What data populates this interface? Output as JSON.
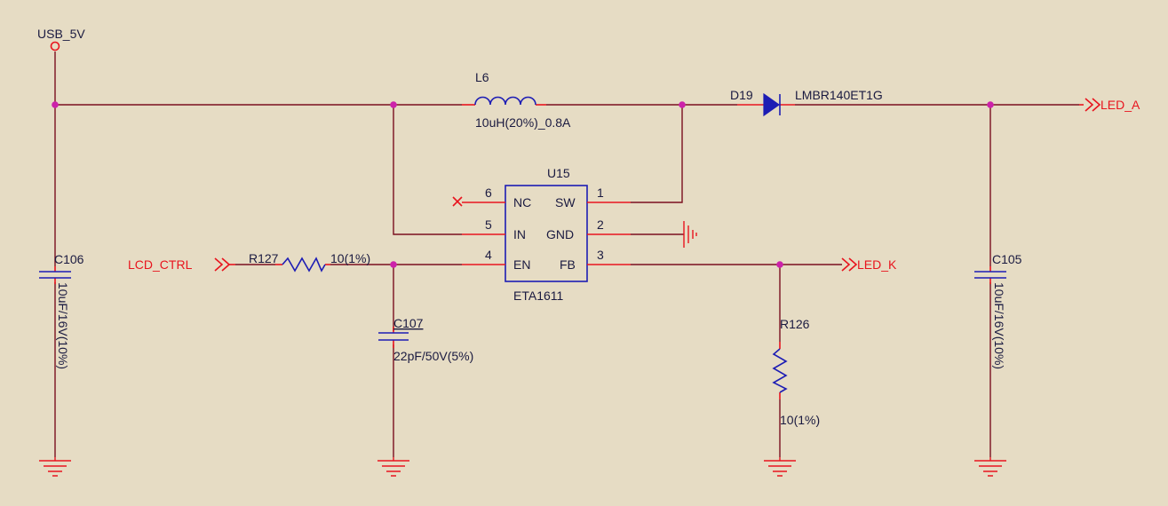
{
  "nets": {
    "usb_5v": "USB_5V",
    "lcd_ctrl": "LCD_CTRL",
    "led_a": "LED_A",
    "led_k": "LED_K"
  },
  "inductor": {
    "ref": "L6",
    "value": "10uH(20%)_0.8A"
  },
  "diode": {
    "ref": "D19",
    "value": "LMBR140ET1G"
  },
  "ic": {
    "ref": "U15",
    "part": "ETA1611",
    "pins": [
      {
        "num": "6",
        "name": "NC"
      },
      {
        "num": "5",
        "name": "IN"
      },
      {
        "num": "4",
        "name": "EN"
      },
      {
        "num": "1",
        "name": "SW"
      },
      {
        "num": "2",
        "name": "GND"
      },
      {
        "num": "3",
        "name": "FB"
      }
    ]
  },
  "c106": {
    "ref": "C106",
    "value": "10uF/16V(10%)"
  },
  "c105": {
    "ref": "C105",
    "value": "10uF/16V(10%)"
  },
  "c107": {
    "ref": "C107",
    "value": "22pF/50V(5%)"
  },
  "r127": {
    "ref": "R127",
    "value": "10(1%)"
  },
  "r126": {
    "ref": "R126",
    "value": "10(1%)"
  },
  "colors": {
    "background": "#e6dcc4",
    "wire": "#7a0f1e",
    "pin": "#e8141e",
    "component": "#1d1db4",
    "junction": "#cc22aa",
    "net_label": "#e8141e"
  }
}
